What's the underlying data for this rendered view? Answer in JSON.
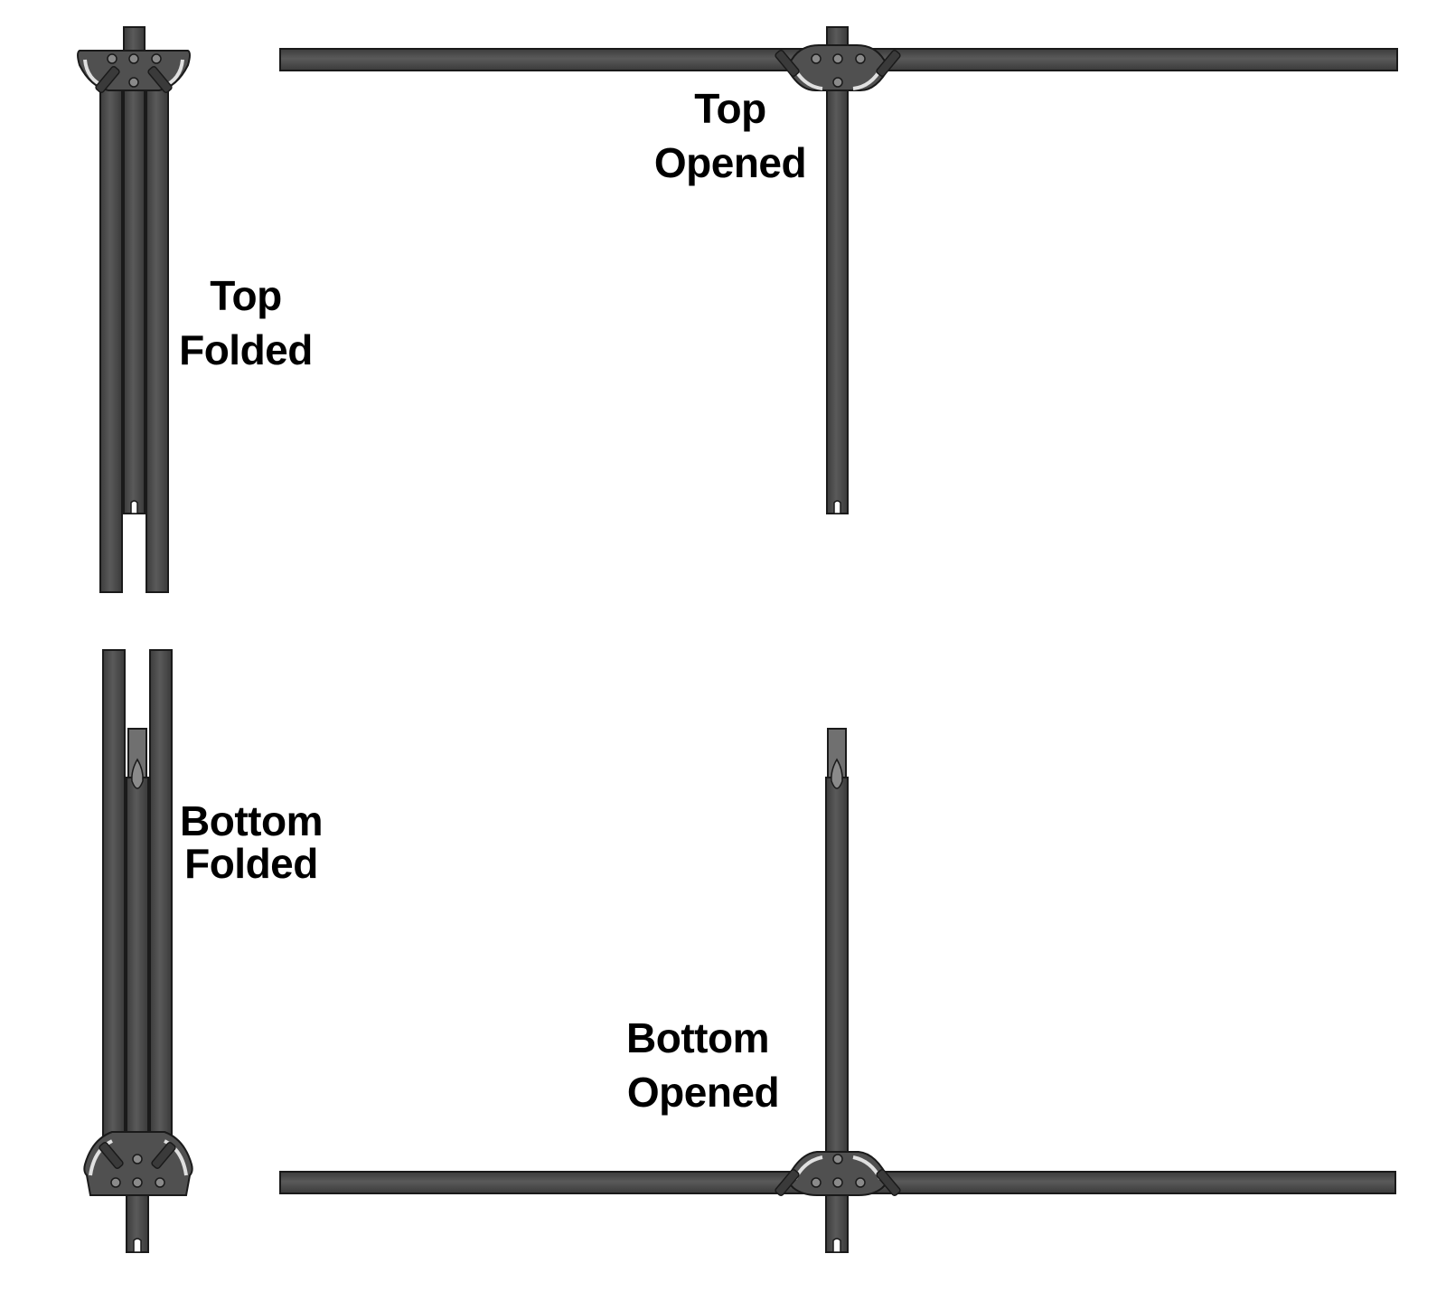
{
  "colors": {
    "background": "#ffffff",
    "tube": "#4a4a4a",
    "tube_highlight": "#6e6e6e",
    "tube_outline": "#1a1a1a",
    "bracket": "#505050",
    "bolt": "#8a8a8a",
    "label": "#000000"
  },
  "views": {
    "top_folded": {
      "line1": "Top",
      "line2": "Folded"
    },
    "top_opened": {
      "line1": "Top",
      "line2": "Opened"
    },
    "bottom_folded": {
      "line1": "Bottom",
      "line2": "Folded"
    },
    "bottom_opened": {
      "line1": "Bottom",
      "line2": "Opened"
    }
  }
}
